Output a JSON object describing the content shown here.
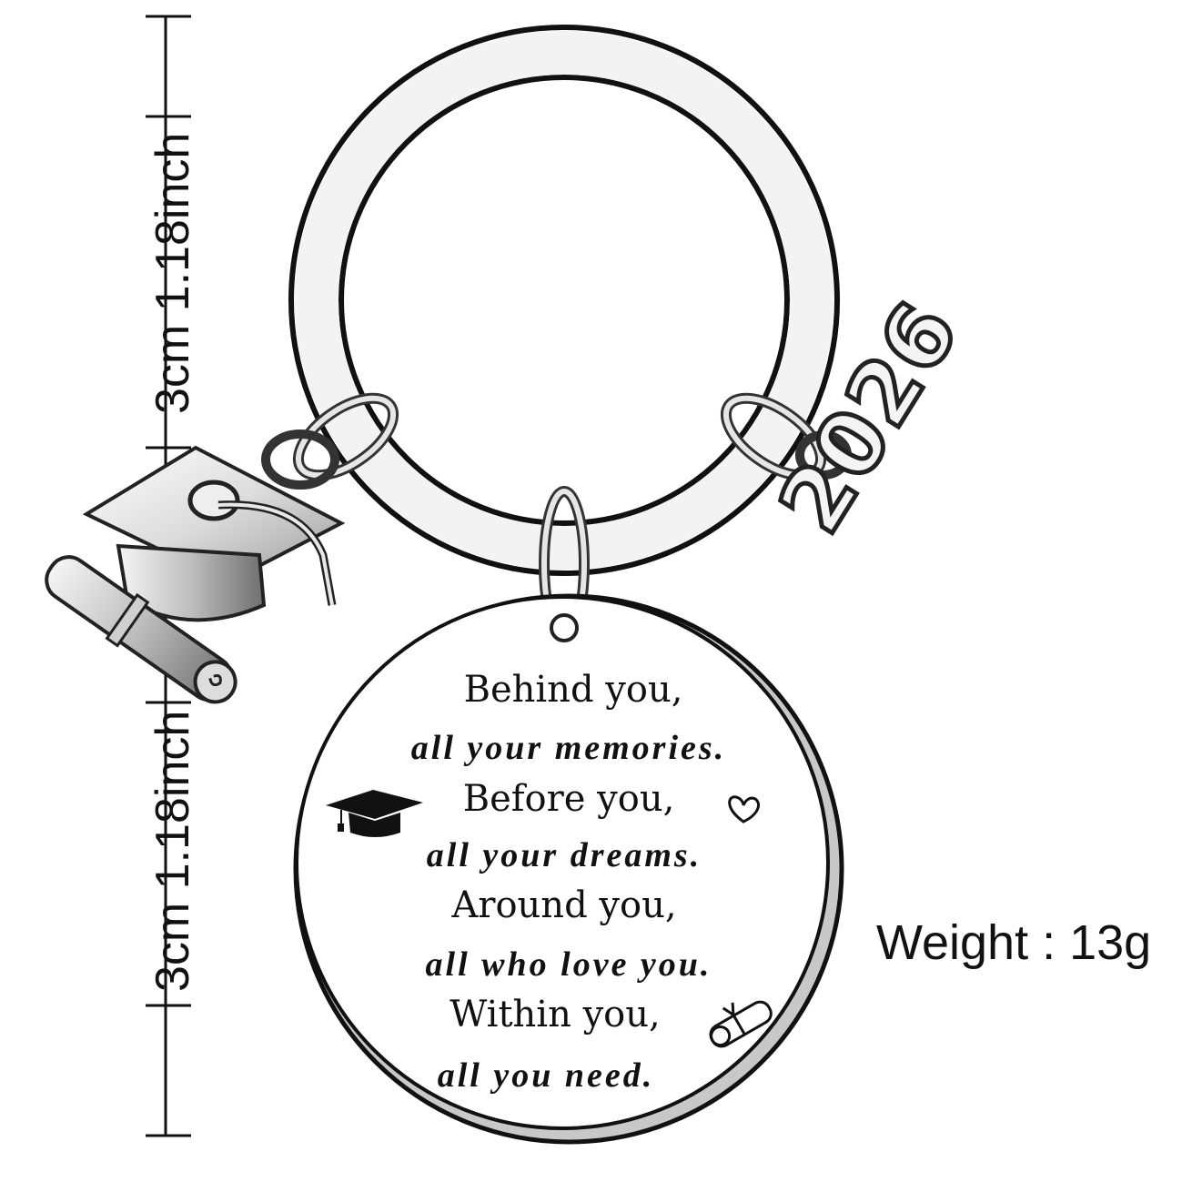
{
  "dimensions": {
    "top_label": "3cm 1.18inch",
    "bottom_label": "3cm 1.18inch"
  },
  "weight": "Weight : 13g",
  "charm_year": "2026",
  "engraving": {
    "line1": "Behind you,",
    "line2": "all your memories.",
    "line3": "Before you,",
    "line4": "all your dreams.",
    "line5": "Around you,",
    "line6": "all who love you.",
    "line7": "Within you,",
    "line8": "all you need."
  },
  "icons": [
    "graduation-cap-icon",
    "heart-icon",
    "diploma-icon"
  ]
}
